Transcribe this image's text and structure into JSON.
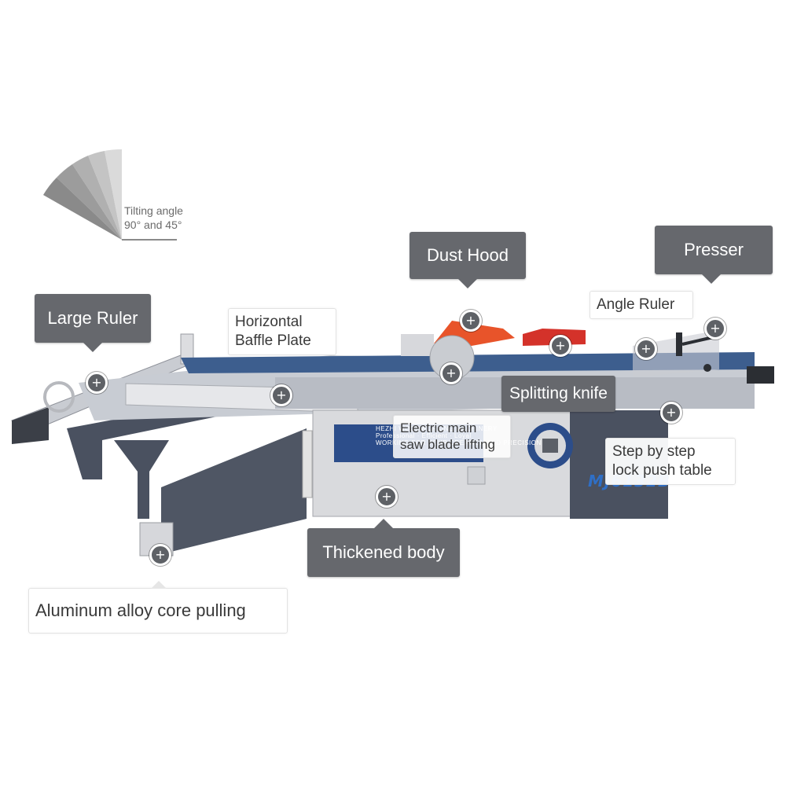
{
  "tilt": {
    "line1": "Tilting angle",
    "line2": "90° and 45°"
  },
  "labels": {
    "dust_hood": "Dust Hood",
    "presser": "Presser",
    "large_ruler": "Large Ruler",
    "horizontal_baffle_line1": "Horizontal",
    "horizontal_baffle_line2": "Baffle Plate",
    "angle_ruler": "Angle Ruler",
    "splitting_knife": "Splitting knife",
    "electric_main_line1": "Electric main",
    "electric_main_line2": "saw blade lifting",
    "step_lock_line1": "Step by step",
    "step_lock_line2": "lock push table",
    "thickened_body": "Thickened body",
    "aluminum_core": "Aluminum alloy core pulling"
  },
  "machine": {
    "model": "MJ6132B",
    "brand": "HEZHI WOODWORKING MACHINERY",
    "brand_tagline": "Professional · Efficient · Loyal",
    "brand_slogan": "WORKING FOR YOUR CREATION AND PRECISION"
  },
  "hotspot_symbol": "+",
  "colors": {
    "tag_dark": "#66686d",
    "blade_guard": "#e8542a",
    "table_blue": "#3d5e8e",
    "body_grey": "#d9dadd",
    "frame_dark": "#4a5160"
  }
}
